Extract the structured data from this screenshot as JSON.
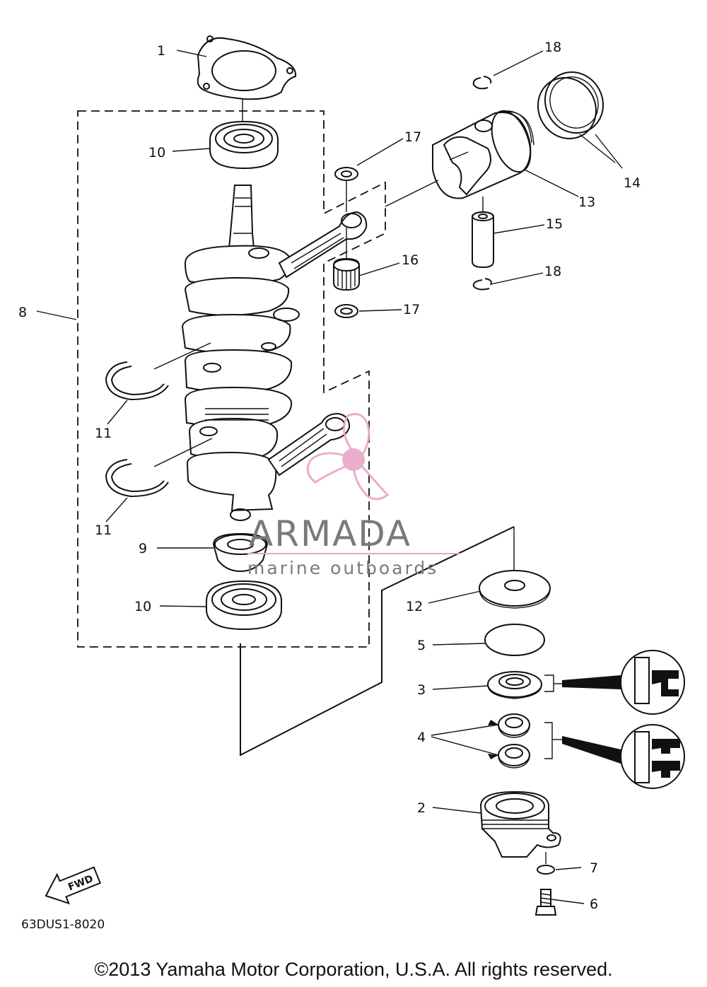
{
  "diagram": {
    "callouts": [
      "1",
      "10",
      "8",
      "17",
      "18",
      "14",
      "13",
      "15",
      "16",
      "18",
      "17",
      "11",
      "11",
      "9",
      "10",
      "12",
      "5",
      "3",
      "4",
      "2",
      "7",
      "6"
    ],
    "part_code": "63DUS1-8020",
    "fwd_label": "FWD",
    "copyright": "©2013 Yamaha Motor Corporation, U.S.A. All rights reserved."
  },
  "watermark": {
    "brand": "ARMADA",
    "tagline": "marine outboards",
    "color_text": "#7a7a7a",
    "color_logo": "#e8a6c8"
  }
}
